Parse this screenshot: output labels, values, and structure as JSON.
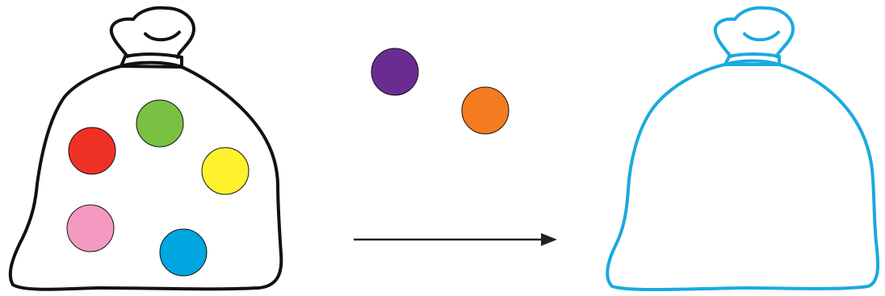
{
  "palette": {
    "background": "#ffffff",
    "left_bag_outline": "#111111",
    "right_bag_outline": "#1aa9e0",
    "arrow": "#222222",
    "ball_outline": "#111111"
  },
  "left_bag": {
    "state": "full",
    "balls": [
      {
        "color_name": "red",
        "color": "#ee3124"
      },
      {
        "color_name": "green",
        "color": "#7ac143"
      },
      {
        "color_name": "yellow",
        "color": "#fff22d"
      },
      {
        "color_name": "pink",
        "color": "#f49ac1"
      },
      {
        "color_name": "blue",
        "color": "#00a6e0"
      }
    ]
  },
  "loose_balls": [
    {
      "color_name": "purple",
      "color": "#6a2c91"
    },
    {
      "color_name": "orange",
      "color": "#f47b20"
    }
  ],
  "arrow": {
    "direction": "right"
  },
  "right_bag": {
    "state": "empty",
    "balls": []
  }
}
